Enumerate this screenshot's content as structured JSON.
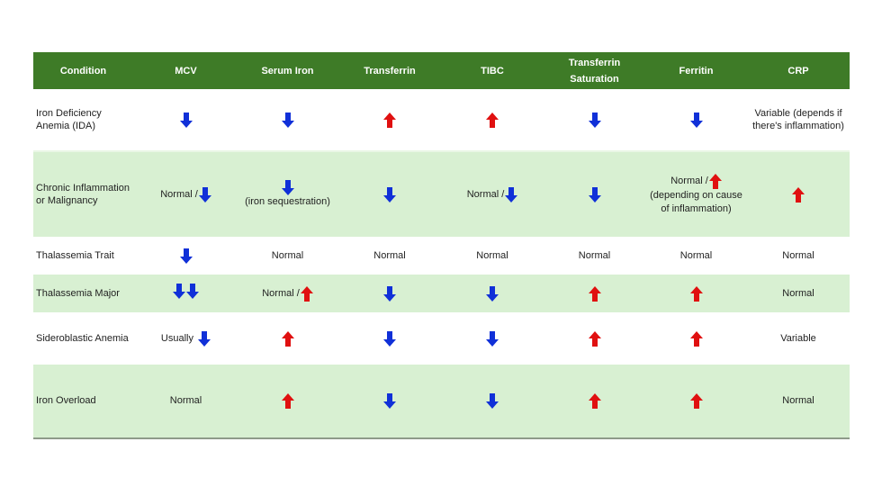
{
  "colors": {
    "header_bg": "#3e7b27",
    "header_text": "#ffffff",
    "row_green": "#d8f0d2",
    "row_white": "#ffffff",
    "arrow_down": "#1030d8",
    "arrow_up": "#e01010"
  },
  "table": {
    "headers": [
      "Condition",
      "MCV",
      "Serum Iron",
      "Transferrin",
      "TIBC",
      "Transferrin Saturation",
      "Ferritin",
      "CRP"
    ],
    "rows": [
      {
        "condition": "Iron Deficiency Anemia (IDA)",
        "mcv": {
          "icon": "arrow-down"
        },
        "serum_iron": {
          "icon": "arrow-down"
        },
        "transferrin": {
          "icon": "arrow-up"
        },
        "tibc": {
          "icon": "arrow-up"
        },
        "transferrin_saturation": {
          "icon": "arrow-down"
        },
        "ferritin": {
          "icon": "arrow-down"
        },
        "crp": {
          "text": "Variable (depends if there's inflammation)"
        }
      },
      {
        "condition": "Chronic Inflammation or Malignancy",
        "mcv": {
          "text": "Normal /",
          "icon": "arrow-down"
        },
        "serum_iron": {
          "icon": "arrow-down",
          "note": "(iron sequestration)"
        },
        "transferrin": {
          "icon": "arrow-down"
        },
        "tibc": {
          "text": "Normal /",
          "icon": "arrow-down"
        },
        "transferrin_saturation": {
          "icon": "arrow-down"
        },
        "ferritin": {
          "text": "Normal /",
          "icon": "arrow-up",
          "note": "(depending on cause of inflammation)"
        },
        "crp": {
          "icon": "arrow-up"
        }
      },
      {
        "condition": "Thalassemia Trait",
        "mcv": {
          "icon": "arrow-down"
        },
        "serum_iron": {
          "text": "Normal"
        },
        "transferrin": {
          "text": "Normal"
        },
        "tibc": {
          "text": "Normal"
        },
        "transferrin_saturation": {
          "text": "Normal"
        },
        "ferritin": {
          "text": "Normal"
        },
        "crp": {
          "text": "Normal"
        }
      },
      {
        "condition": "Thalassemia Major",
        "mcv": {
          "icon": "double-arrow-down"
        },
        "serum_iron": {
          "text": "Normal /",
          "icon": "arrow-up"
        },
        "transferrin": {
          "icon": "arrow-down"
        },
        "tibc": {
          "icon": "arrow-down"
        },
        "transferrin_saturation": {
          "icon": "arrow-up"
        },
        "ferritin": {
          "icon": "arrow-up"
        },
        "crp": {
          "text": "Normal"
        }
      },
      {
        "condition": "Sideroblastic Anemia",
        "mcv": {
          "text": "Usually",
          "icon": "arrow-down"
        },
        "serum_iron": {
          "icon": "arrow-up"
        },
        "transferrin": {
          "icon": "arrow-down"
        },
        "tibc": {
          "icon": "arrow-down"
        },
        "transferrin_saturation": {
          "icon": "arrow-up"
        },
        "ferritin": {
          "icon": "arrow-up"
        },
        "crp": {
          "text": "Variable"
        }
      },
      {
        "condition": "Iron Overload",
        "mcv": {
          "text": "Normal"
        },
        "serum_iron": {
          "icon": "arrow-up"
        },
        "transferrin": {
          "icon": "arrow-down"
        },
        "tibc": {
          "icon": "arrow-down"
        },
        "transferrin_saturation": {
          "icon": "arrow-up"
        },
        "ferritin": {
          "icon": "arrow-up"
        },
        "crp": {
          "text": "Normal"
        }
      }
    ]
  }
}
